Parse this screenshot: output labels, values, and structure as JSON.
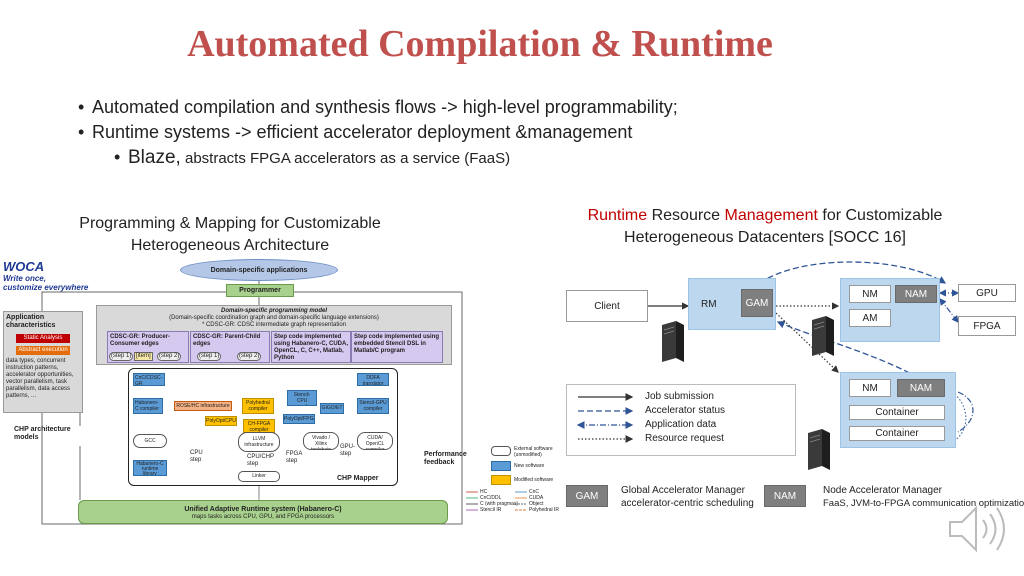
{
  "title": "Automated Compilation & Runtime",
  "bullets": [
    {
      "text": "Automated compilation and synthesis flows -> high-level programmability;"
    },
    {
      "text": "Runtime systems -> efficient accelerator deployment &management"
    },
    {
      "lead": "Blaze,",
      "text": " abstracts FPGA accelerators as a service (FaaS)"
    }
  ],
  "left_caption": [
    "Programming & Mapping for Customizable",
    "Heterogeneous Architecture"
  ],
  "right_caption": {
    "w1": "Runtime",
    "w2": " Resource ",
    "w3": "Management",
    "w4": " for Customizable",
    "line2": "Heterogeneous Datacenters [SOCC 16]"
  },
  "woca": {
    "name": "WOCA",
    "tag1": "Write once,",
    "tag2": "customize everywhere"
  },
  "left_diagram": {
    "domain_apps": "Domain-specific applications",
    "programmer": "Programmer",
    "model_title": "Domain-specific programming model",
    "model_sub1": "(Domain-specific coordination graph and domain-specific language extensions)",
    "model_sub2": "* CDSC-GR: CDSC intermediate graph representation",
    "app_char": "Application characteristics",
    "static_analysis": "Static Analysis",
    "abstract_execution": "Abstract execution",
    "app_list": "data types, concurrent instruction patterns, accelerator opportunities, vector parallelism, task parallelism, data access patterns, ...",
    "cdsc1": "CDSC-GR: Producer-Consumer edges",
    "cdsc2": "CDSC-GR: Parent-Child edges",
    "step_impl": "Step code implemented using Habanero-C, CUDA, OpenCL, C, C++, Matlab, Python",
    "step_impl2": "Step code implemented using embedded Stencil DSL in Matlab/C program",
    "step1": "(step 1)",
    "item": "[item]",
    "step2": "(step 2)",
    "cnc_translator": "CnC/CDSC-GR translator",
    "ddfa": "DDFA translator",
    "habanero_compiler": "Habanero-C compiler",
    "rose": "ROSE/HC infrastructure",
    "polyhedral": "Polyhedral compiler",
    "stencil_cpu": "Stencil-CPU compiler",
    "gigo": "GIGO/ET",
    "stencil_gpu": "Stencil-GPU compiler",
    "polyopt_cpu": "PolyOpt/CPU",
    "polyopt_fpga": "PolyOpt/FPGA",
    "ch_fpga": "CH-FPGA compiler",
    "vivado": "Vivado / Xilinx toolchain",
    "cuda_opencl": "CUDA/ OpenCL compiler",
    "gcc": "GCC",
    "llvm": "LLVM infrastructure",
    "habanero_lib": "Habanero-C runtime library",
    "linker": "Linker",
    "cpu_step": "CPU step",
    "cpu_chp": "CPU/CHP step",
    "fpga_step": "FPGA step",
    "gpu_step": "GPU-step",
    "chp_mapper": "CHP Mapper",
    "chp_models": "CHP architecture models",
    "perf_feedback": "Performance feedback",
    "legend_external": "External software (unmodified)",
    "legend_new": "New software",
    "legend_modified": "Modified software",
    "unified_title": "Unified Adaptive Runtime system (Habanero-C)",
    "unified_sub": "maps tasks across CPU, GPU, and FPGA processors",
    "arrow_legend": [
      "HC",
      "CnC/DDL",
      "C (with pragmas)",
      "Stencil IR",
      "CnC",
      "CUDA",
      "Object",
      "Polyhedral IR"
    ]
  },
  "right_diagram": {
    "client": "Client",
    "rm": "RM",
    "gam": "GAM",
    "nm1": "NM",
    "nam1": "NAM",
    "am": "AM",
    "gpu": "GPU",
    "fpga": "FPGA",
    "nm2": "NM",
    "nam2": "NAM",
    "container1": "Container",
    "container2": "Container",
    "legend": [
      "Job submission",
      "Accelerator status",
      "Application data",
      "Resource request"
    ],
    "gam_key": "GAM",
    "gam_desc1": "Global Accelerator Manager",
    "gam_desc2": "accelerator-centric scheduling",
    "nam_key": "NAM",
    "nam_desc1": "Node Accelerator Manager",
    "nam_desc2": "FaaS, JVM-to-FPGA communication optimization"
  },
  "colors": {
    "title": "#c0504d",
    "runtime_word": "#c00000",
    "new_sw": "#5b9bd5",
    "modified_sw": "#92d050",
    "node_gray": "#7f7f7f",
    "runtime_bar": "#a9d18e"
  },
  "icons": [
    "server-icon",
    "speaker-icon"
  ]
}
